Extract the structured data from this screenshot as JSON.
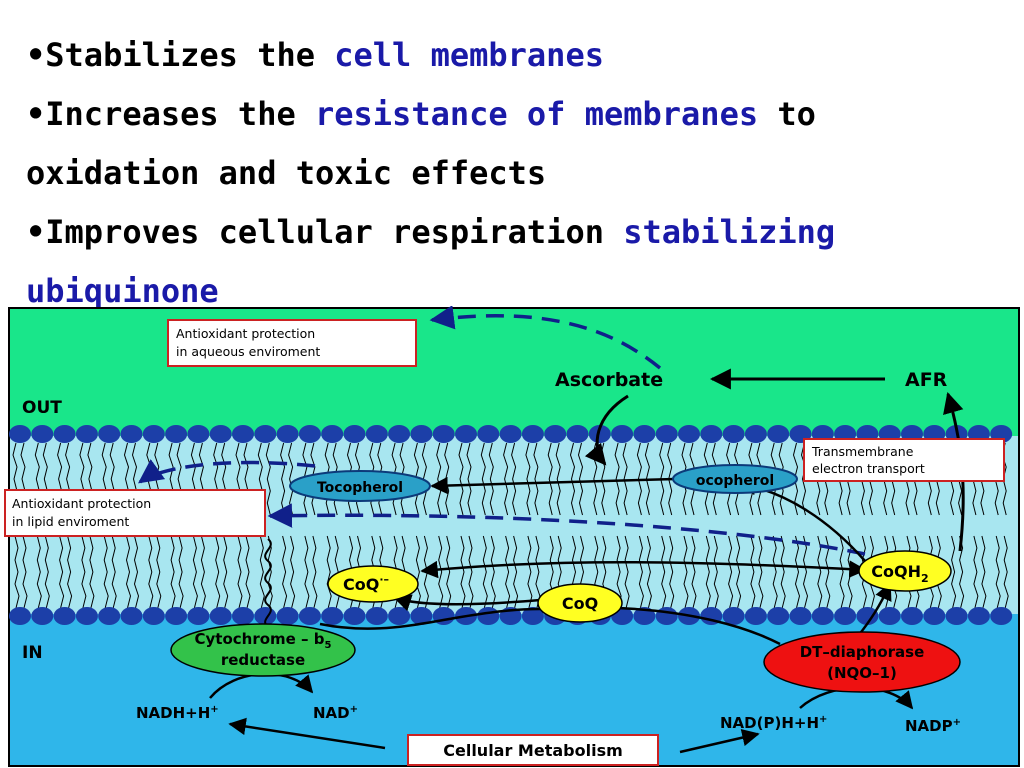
{
  "bullets": [
    {
      "plain": "•Stabilizes the ",
      "highlight": "cell membranes",
      "after": ""
    },
    {
      "plain": "•Increases the ",
      "highlight": "resistance of membranes",
      "after": " to oxidation and toxic effects"
    },
    {
      "plain": "•Improves cellular respiration ",
      "highlight": "stabilizing ubiquinone",
      "after": ""
    }
  ],
  "colors": {
    "text": "#000000",
    "highlight": "#1a1aa8",
    "outside": "#19e68a",
    "membrane": "#a8e6f0",
    "inside": "#2fb6ea",
    "heads": "#1c3fa8",
    "yellow_node": "#ffff22",
    "green_node": "#33c24a",
    "red_node": "#ee1111",
    "label_border": "#cc2222"
  },
  "diagram": {
    "region_out": "OUT",
    "region_in": "IN",
    "box_aqueous": [
      "Antioxidant protection",
      "in aqueous enviroment"
    ],
    "box_lipid": [
      "Antioxidant protection",
      "in lipid enviroment"
    ],
    "box_transmembrane": [
      "Transmembrane",
      "electron transport"
    ],
    "box_metabolism": "Cellular Metabolism",
    "ascorbate": "Ascorbate",
    "afr": "AFR",
    "tocopherol_left": "Tocopherol",
    "tocopherol_right": "ocopherol",
    "coq_minus": {
      "base": "CoQ",
      "sup": "·–"
    },
    "coq": "CoQ",
    "coqh2": {
      "base": "CoQH",
      "sub": "2"
    },
    "cytochrome": {
      "line1": "Cytochrome – b",
      "sub": "5",
      "line2": "reductase"
    },
    "dt_diaphorase": [
      "DT–diaphorase",
      "(NQO–1)"
    ],
    "nadh": {
      "base": "NADH+H",
      "sup": "+"
    },
    "nad": {
      "base": "NAD",
      "sup": "+"
    },
    "nadph": {
      "base": "NAD(P)H+H",
      "sup": "+"
    },
    "nadp": {
      "base": "NADP",
      "sup": "+"
    }
  }
}
